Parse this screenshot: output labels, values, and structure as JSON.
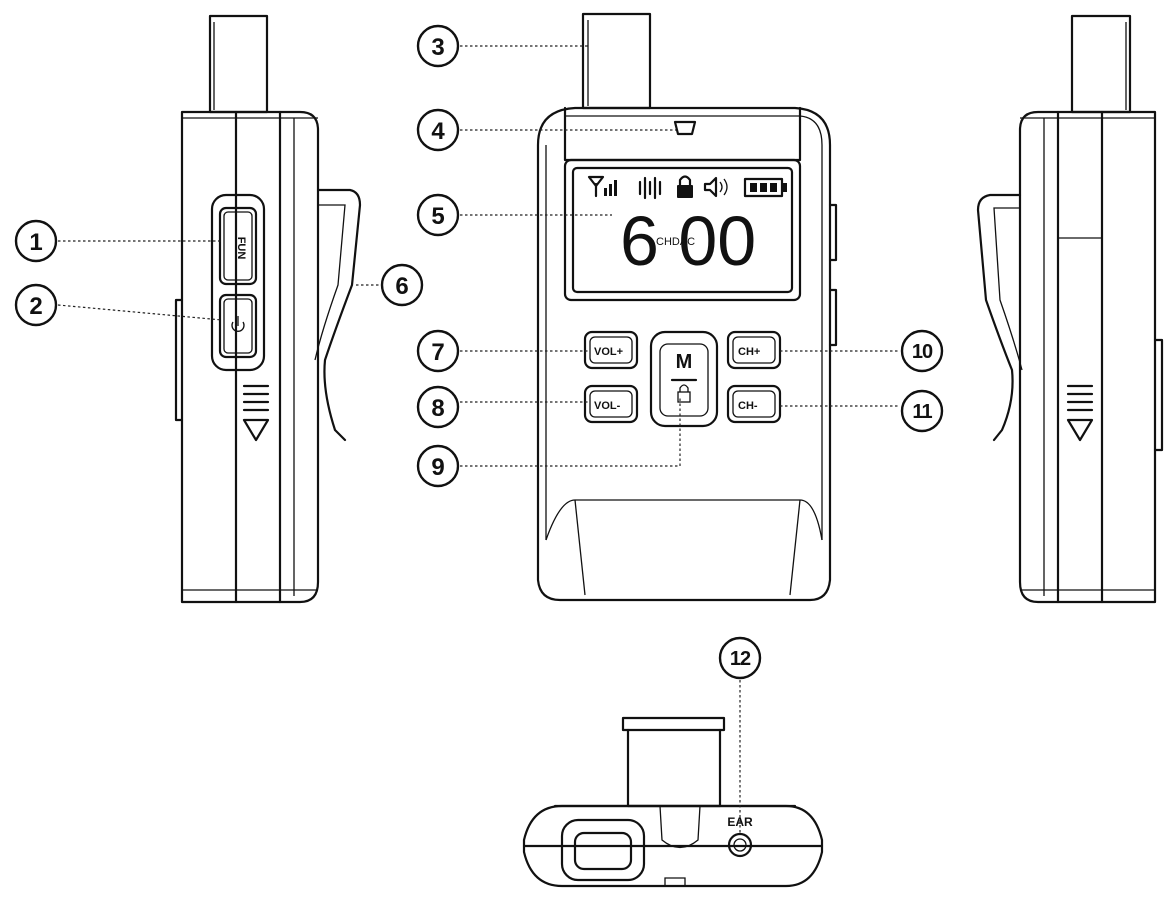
{
  "callouts": [
    "1",
    "2",
    "3",
    "4",
    "5",
    "6",
    "7",
    "8",
    "9",
    "10",
    "11",
    "12"
  ],
  "screen": {
    "time": "6 00",
    "mode": "CHDAC"
  },
  "buttons": {
    "side_fn": "FUN",
    "vol_up": "VOL+",
    "vol_down": "VOL-",
    "menu": "M",
    "ch_up": "CH+",
    "ch_down": "CH-"
  },
  "ports": {
    "ear": "EAR"
  }
}
